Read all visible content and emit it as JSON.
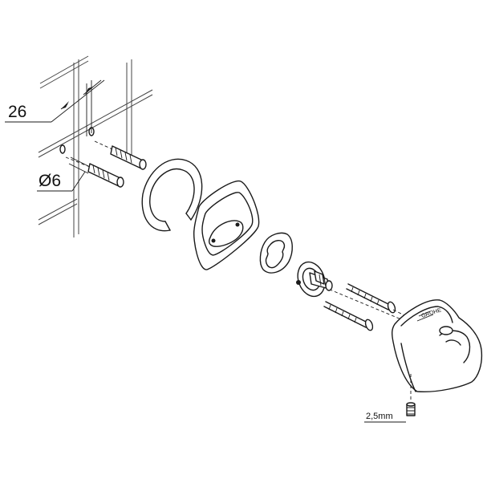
{
  "dimensions": {
    "tile_spacing": "26",
    "drill_diameter": "Ø6",
    "hex_key": "2,5mm"
  }
}
